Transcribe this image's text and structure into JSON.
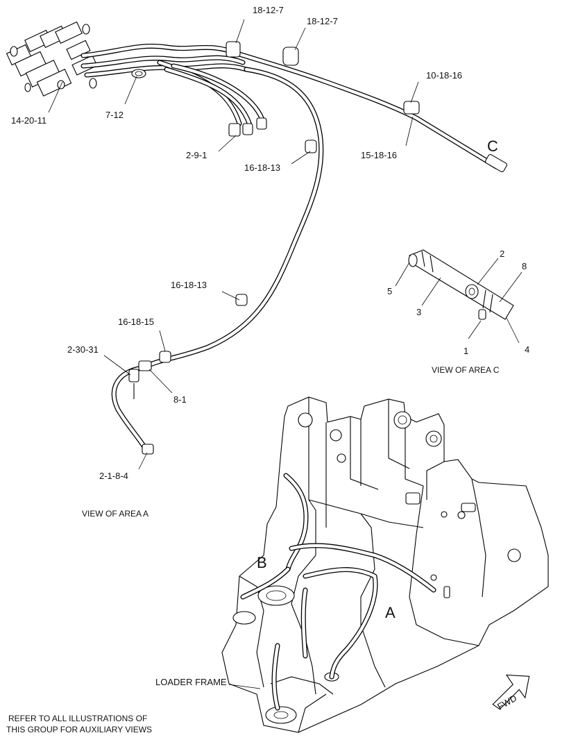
{
  "callouts": {
    "top_18_12_7_a": "18-12-7",
    "top_18_12_7_b": "18-12-7",
    "c_10_18_16": "10-18-16",
    "c_15_18_16": "15-18-16",
    "area_c_letter": "C",
    "a_14_20_11": "14-20-11",
    "a_7_12": "7-12",
    "a_2_9_1": "2-9-1",
    "a_16_18_13_upper": "16-18-13",
    "a_16_18_13_lower": "16-18-13",
    "a_16_18_15": "16-18-15",
    "a_2_30_31": "2-30-31",
    "a_8_1": "8-1",
    "a_2_1_8_4": "2-1-8-4",
    "vc_2": "2",
    "vc_8": "8",
    "vc_5": "5",
    "vc_3": "3",
    "vc_1": "1",
    "vc_4": "4",
    "frame_b": "B",
    "frame_a": "A"
  },
  "captions": {
    "view_area_c": "VIEW OF AREA C",
    "view_area_a": "VIEW OF AREA A",
    "loader_frame": "LOADER FRAME",
    "fwd": "FWD",
    "refer_line1": "REFER TO ALL ILLUSTRATIONS OF",
    "refer_line2": "THIS GROUP FOR AUXILIARY VIEWS"
  }
}
